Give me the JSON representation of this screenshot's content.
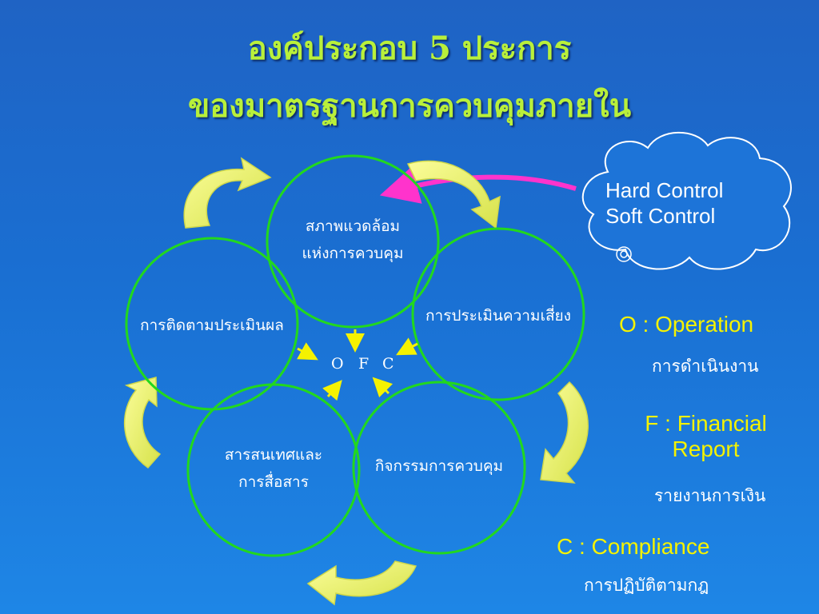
{
  "title": {
    "line1": "องค์ประกอบ 5 ประการ",
    "line2": "ของมาตรฐานการควบคุมภายใน"
  },
  "components": [
    {
      "label_line1": "สภาพแวดล้อม",
      "label_line2": "แห่งการควบคุม"
    },
    {
      "label_line1": "การประเมินความเสี่ยง"
    },
    {
      "label_line1": "กิจกรรมการควบคุม"
    },
    {
      "label_line1": "สารสนเทศและ",
      "label_line2": "การสื่อสาร"
    },
    {
      "label_line1": "การติดตามประเมินผล"
    }
  ],
  "center": {
    "o": "O",
    "f": "F",
    "c": "C"
  },
  "cloud": {
    "line1": "Hard Control",
    "line2": "Soft Control"
  },
  "legend": [
    {
      "en": "O : Operation",
      "th": "การดำเนินงาน"
    },
    {
      "en_line1": "F : Financial",
      "en_line2": "Report",
      "th": "รายงานการเงิน"
    },
    {
      "en": "C : Compliance",
      "th": "การปฏิบัติตามกฎ"
    }
  ],
  "colors": {
    "title": "#b9f03a",
    "circle_stroke": "#22d81e",
    "arrow_fill": "#f2f56a",
    "cloud_arrow": "#ff33cc",
    "legend_en": "#f5f200"
  }
}
